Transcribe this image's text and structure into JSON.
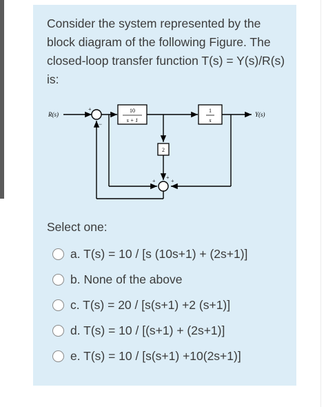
{
  "question": {
    "text": "Consider the system represented by the block diagram of the following Figure. The closed-loop transfer function T(s) = Y(s)/R(s) is:"
  },
  "diagram": {
    "input_label": "R(s)",
    "output_label": "Y(s)",
    "block1_num": "10",
    "block1_den": "s + 1",
    "block2_num": "1",
    "block2_den": "s",
    "block3": "2",
    "sum1_plus": "+",
    "sum1_minus": "−",
    "sum2_plus_left": "+",
    "sum2_plus_top": "+",
    "sum2_plus_right": "+"
  },
  "select_label": "Select one:",
  "options": [
    {
      "label": "a. T(s) = 10 / [s (10s+1) + (2s+1)]"
    },
    {
      "label": "b. None of the above"
    },
    {
      "label": "c. T(s) = 20 / [s(s+1) +2 (s+1)]"
    },
    {
      "label": "d. T(s) = 10 / [(s+1) + (2s+1)]"
    },
    {
      "label": "e. T(s) = 10 / [s(s+1) +10(2s+1)]"
    }
  ]
}
